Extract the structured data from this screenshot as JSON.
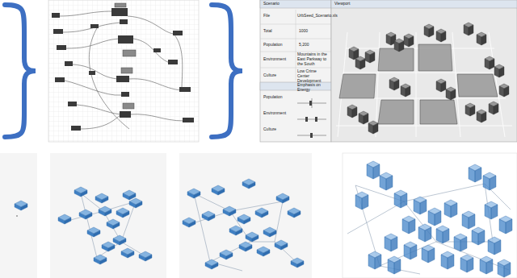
{
  "diagram": {
    "labels": [
      "Scenario",
      "Viewport",
      "File",
      "UrbSeed_Scenario.xls",
      "Total",
      "1000",
      "Population",
      "5,200",
      "Environment",
      "Mountains in the East Parkway to the South",
      "Culture",
      "Low Crime Center Development Emphasis on Energy",
      "Population",
      "Environment",
      "Culture"
    ]
  }
}
